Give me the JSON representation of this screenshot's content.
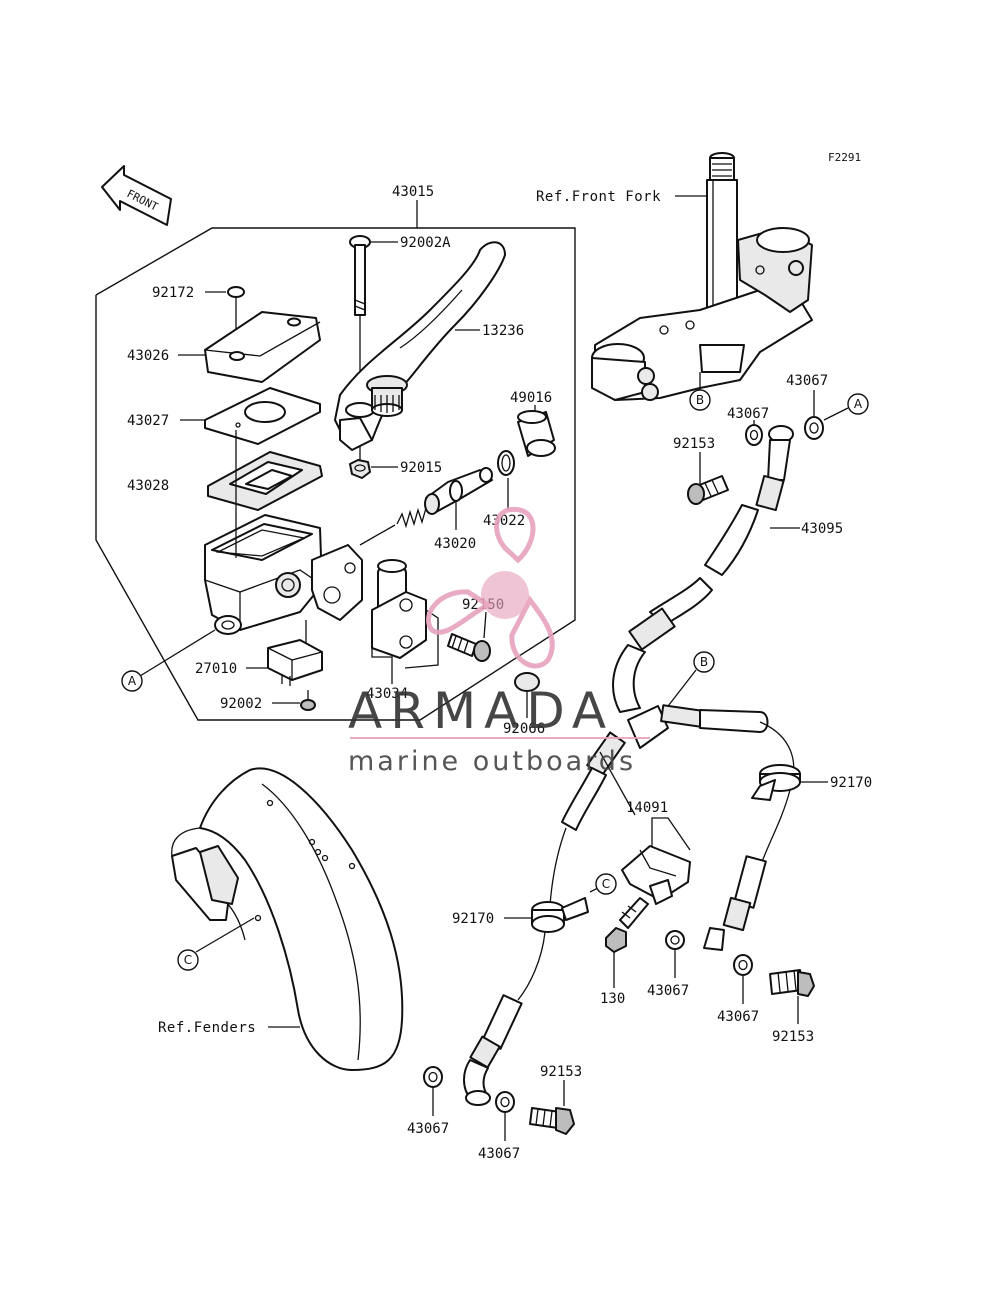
{
  "figure_code": "F2291",
  "front_arrow": "FRONT",
  "refs": {
    "front_fork": "Ref.Front Fork",
    "fenders": "Ref.Fenders"
  },
  "callouts": {
    "a": "A",
    "b": "B",
    "c": "C"
  },
  "parts": {
    "p43015": "43015",
    "p92172": "92172",
    "p92002A": "92002A",
    "p13236": "13236",
    "p43026": "43026",
    "p43027": "43027",
    "p43028": "43028",
    "p49016": "49016",
    "p92015": "92015",
    "p43022": "43022",
    "p43020": "43020",
    "p92150": "92150",
    "p27010": "27010",
    "p92002": "92002",
    "p43034": "43034",
    "p92066": "92066",
    "p43067_a": "43067",
    "p43067_b": "43067",
    "p92153_a": "92153",
    "p43095": "43095",
    "p92170_a": "92170",
    "p14091": "14091",
    "p92170_b": "92170",
    "p130": "130",
    "p43067_c": "43067",
    "p43067_d": "43067",
    "p92153_b": "92153",
    "p43067_e": "43067",
    "p43067_f": "43067",
    "p92153_c": "92153"
  },
  "watermark": {
    "brand": "ARMADA",
    "tagline": "marine outboards",
    "color": "#e7a3be"
  }
}
